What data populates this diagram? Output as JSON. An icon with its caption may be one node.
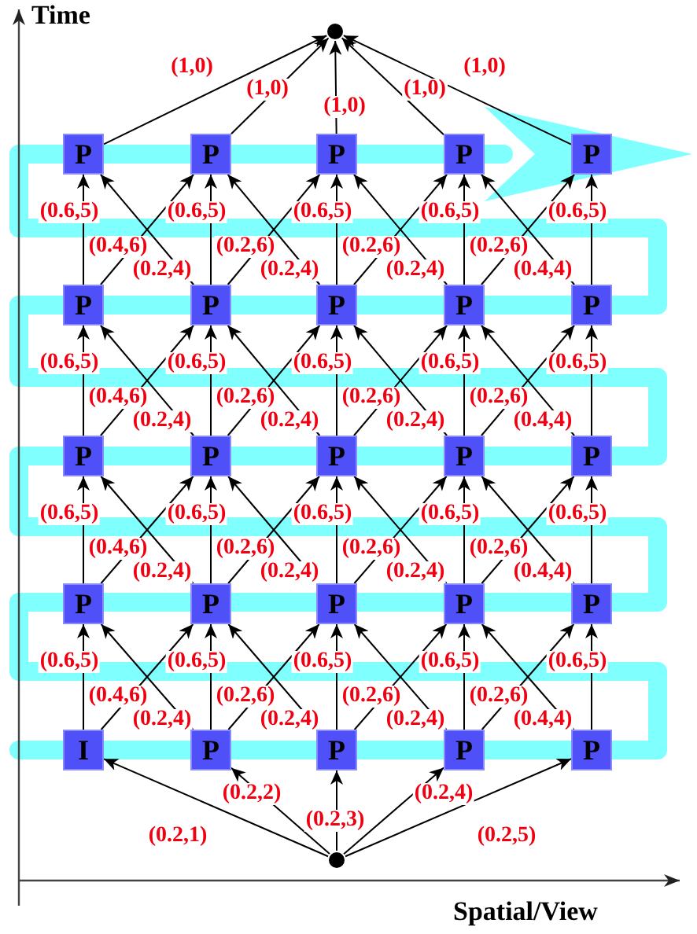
{
  "diagram": {
    "nodes": [
      {
        "text": [],
        "shape": "circle"
      },
      {
        "text": [
          "P"
        ]
      },
      {
        "text": [
          "P"
        ]
      },
      {
        "text": [
          "P"
        ]
      },
      {
        "text": [
          "P"
        ]
      },
      {
        "text": [
          "P"
        ]
      },
      {
        "text": [
          "P"
        ]
      },
      {
        "text": [
          "P"
        ]
      },
      {
        "text": [
          "P"
        ]
      },
      {
        "text": [
          "P"
        ]
      },
      {
        "text": [
          "P"
        ]
      },
      {
        "text": [
          "P"
        ]
      },
      {
        "text": [
          "P"
        ]
      },
      {
        "text": [
          "P"
        ]
      },
      {
        "text": [
          "P"
        ]
      },
      {
        "text": [
          "P"
        ]
      },
      {
        "text": [
          "P"
        ]
      },
      {
        "text": [
          "P"
        ]
      },
      {
        "text": [
          "P"
        ]
      },
      {
        "text": [
          "P"
        ]
      },
      {
        "text": [
          "P"
        ]
      },
      {
        "text": [
          "I"
        ]
      },
      {
        "text": [
          "P"
        ]
      },
      {
        "text": [
          "P"
        ]
      },
      {
        "text": [
          "P"
        ]
      },
      {
        "text": [
          "P"
        ]
      },
      {
        "text": [],
        "shape": "circle"
      }
    ],
    "edges": [
      {
        "from": 1,
        "to": 0,
        "arrow": "to",
        "label": "(1,0)"
      },
      {
        "from": 2,
        "to": 0,
        "arrow": "to",
        "label": "(1,0)"
      },
      {
        "from": 3,
        "to": 0,
        "arrow": "to",
        "label": "(1,0)"
      },
      {
        "from": 4,
        "to": 0,
        "arrow": "to",
        "label": "(1,0)"
      },
      {
        "from": 5,
        "to": 0,
        "arrow": "to",
        "label": "(1,0)"
      },
      {
        "from": 6,
        "to": 1,
        "arrow": "to",
        "label": "(0.6,5)"
      },
      {
        "from": 7,
        "to": 2,
        "arrow": "to",
        "label": "(0.6,5)"
      },
      {
        "from": 8,
        "to": 3,
        "arrow": "to",
        "label": "(0.6,5)"
      },
      {
        "from": 9,
        "to": 4,
        "arrow": "to",
        "label": "(0.6,5)"
      },
      {
        "from": 10,
        "to": 5,
        "arrow": "to",
        "label": "(0.6,5)"
      },
      {
        "from": 7,
        "to": 1,
        "arrow": "to",
        "label": "(0.4,6)"
      },
      {
        "from": 8,
        "to": 2,
        "arrow": "to",
        "label": "(0.2,6)"
      },
      {
        "from": 9,
        "to": 3,
        "arrow": "to",
        "label": "(0.2,6)"
      },
      {
        "from": 10,
        "to": 4,
        "arrow": "to",
        "label": "(0.2,6)"
      },
      {
        "from": 6,
        "to": 2,
        "arrow": "to",
        "label": "(0.2,4)"
      },
      {
        "from": 7,
        "to": 3,
        "arrow": "to",
        "label": "(0.2,4)"
      },
      {
        "from": 8,
        "to": 4,
        "arrow": "to",
        "label": "(0.2,4)"
      },
      {
        "from": 9,
        "to": 5,
        "arrow": "to",
        "label": "(0.4,4)"
      },
      {
        "from": 11,
        "to": 6,
        "arrow": "to",
        "label": "(0.6,5)"
      },
      {
        "from": 12,
        "to": 7,
        "arrow": "to",
        "label": "(0.6,5)"
      },
      {
        "from": 13,
        "to": 8,
        "arrow": "to",
        "label": "(0.6,5)"
      },
      {
        "from": 14,
        "to": 9,
        "arrow": "to",
        "label": "(0.6,5)"
      },
      {
        "from": 15,
        "to": 10,
        "arrow": "to",
        "label": "(0.6,5)"
      },
      {
        "from": 12,
        "to": 6,
        "arrow": "to",
        "label": "(0.4,6)"
      },
      {
        "from": 13,
        "to": 7,
        "arrow": "to",
        "label": "(0.2,6)"
      },
      {
        "from": 14,
        "to": 8,
        "arrow": "to",
        "label": "(0.2,6)"
      },
      {
        "from": 15,
        "to": 9,
        "arrow": "to",
        "label": "(0.2,6)"
      },
      {
        "from": 11,
        "to": 7,
        "arrow": "to",
        "label": "(0.2,4)"
      },
      {
        "from": 12,
        "to": 8,
        "arrow": "to",
        "label": "(0.2,4)"
      },
      {
        "from": 13,
        "to": 9,
        "arrow": "to",
        "label": "(0.2,4)"
      },
      {
        "from": 14,
        "to": 10,
        "arrow": "to",
        "label": "(0.4,4)"
      },
      {
        "from": 16,
        "to": 11,
        "arrow": "to",
        "label": "(0.6,5)"
      },
      {
        "from": 17,
        "to": 12,
        "arrow": "to",
        "label": "(0.6,5)"
      },
      {
        "from": 18,
        "to": 13,
        "arrow": "to",
        "label": "(0.6,5)"
      },
      {
        "from": 19,
        "to": 14,
        "arrow": "to",
        "label": "(0.6,5)"
      },
      {
        "from": 20,
        "to": 15,
        "arrow": "to",
        "label": "(0.6,5)"
      },
      {
        "from": 17,
        "to": 11,
        "arrow": "to",
        "label": "(0.4,6)"
      },
      {
        "from": 18,
        "to": 12,
        "arrow": "to",
        "label": "(0.2,6)"
      },
      {
        "from": 19,
        "to": 13,
        "arrow": "to",
        "label": "(0.2,6)"
      },
      {
        "from": 20,
        "to": 14,
        "arrow": "to",
        "label": "(0.2,6)"
      },
      {
        "from": 16,
        "to": 12,
        "arrow": "to",
        "label": "(0.2,4)"
      },
      {
        "from": 17,
        "to": 13,
        "arrow": "to",
        "label": "(0.2,4)"
      },
      {
        "from": 18,
        "to": 14,
        "arrow": "to",
        "label": "(0.2,4)"
      },
      {
        "from": 19,
        "to": 15,
        "arrow": "to",
        "label": "(0.4,4)"
      },
      {
        "from": 21,
        "to": 16,
        "arrow": "to",
        "label": "(0.6,5)"
      },
      {
        "from": 22,
        "to": 17,
        "arrow": "to",
        "label": "(0.6,5)"
      },
      {
        "from": 23,
        "to": 18,
        "arrow": "to",
        "label": "(0.6,5)"
      },
      {
        "from": 24,
        "to": 19,
        "arrow": "to",
        "label": "(0.6,5)"
      },
      {
        "from": 25,
        "to": 20,
        "arrow": "to",
        "label": "(0.6,5)"
      },
      {
        "from": 22,
        "to": 16,
        "arrow": "to",
        "label": "(0.4,6)"
      },
      {
        "from": 23,
        "to": 17,
        "arrow": "to",
        "label": "(0.2,6)"
      },
      {
        "from": 24,
        "to": 18,
        "arrow": "to",
        "label": "(0.2,6)"
      },
      {
        "from": 25,
        "to": 19,
        "arrow": "to",
        "label": "(0.2,6)"
      },
      {
        "from": 21,
        "to": 17,
        "arrow": "to",
        "label": "(0.2,4)"
      },
      {
        "from": 22,
        "to": 18,
        "arrow": "to",
        "label": "(0.2,4)"
      },
      {
        "from": 23,
        "to": 19,
        "arrow": "to",
        "label": "(0.2,4)"
      },
      {
        "from": 24,
        "to": 20,
        "arrow": "to",
        "label": "(0.4,4)"
      },
      {
        "from": 26,
        "to": 21,
        "arrow": "to",
        "label": "(0.2,1)"
      },
      {
        "from": 26,
        "to": 22,
        "arrow": "to",
        "label": "(0.2,2)"
      },
      {
        "from": 26,
        "to": 23,
        "arrow": "to",
        "label": "(0.2,3)"
      },
      {
        "from": 26,
        "to": 24,
        "arrow": "to",
        "label": "(0.2,4)"
      },
      {
        "from": 26,
        "to": 25,
        "arrow": "to",
        "label": "(0.2,5)"
      }
    ],
    "labels": [
      "Time",
      "Spatial/View"
    ]
  }
}
